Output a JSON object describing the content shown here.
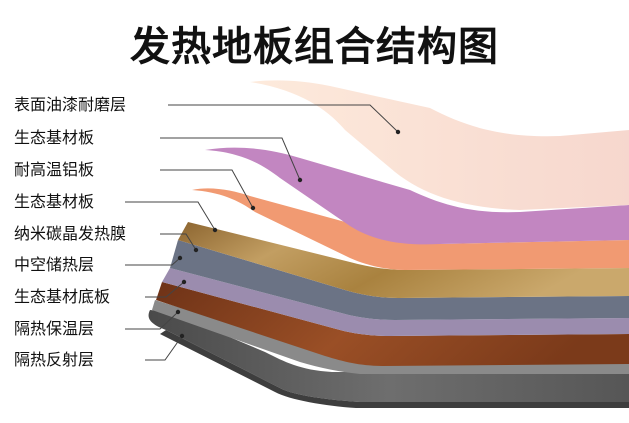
{
  "title": "发热地板组合结构图",
  "layers": [
    {
      "id": "l1",
      "label": "表面油漆耐磨层",
      "color": "#fbe3d2"
    },
    {
      "id": "l2",
      "label": "生态基材板",
      "color": "#c286c1"
    },
    {
      "id": "l3",
      "label": "耐高温铝板",
      "color": "#f19a72"
    },
    {
      "id": "l4",
      "label": "生态基材板",
      "color": "#b28a4d"
    },
    {
      "id": "l5",
      "label": "纳米碳晶发热膜",
      "color": "#6b7385"
    },
    {
      "id": "l6",
      "label": "中空储热层",
      "color": "#9b8cae"
    },
    {
      "id": "l7",
      "label": "生态基材底板",
      "color": "#8b4424"
    },
    {
      "id": "l8",
      "label": "隔热保温层",
      "color": "#8a8a8a"
    },
    {
      "id": "l9",
      "label": "隔热反射层",
      "color": "#5a5a5a"
    }
  ]
}
